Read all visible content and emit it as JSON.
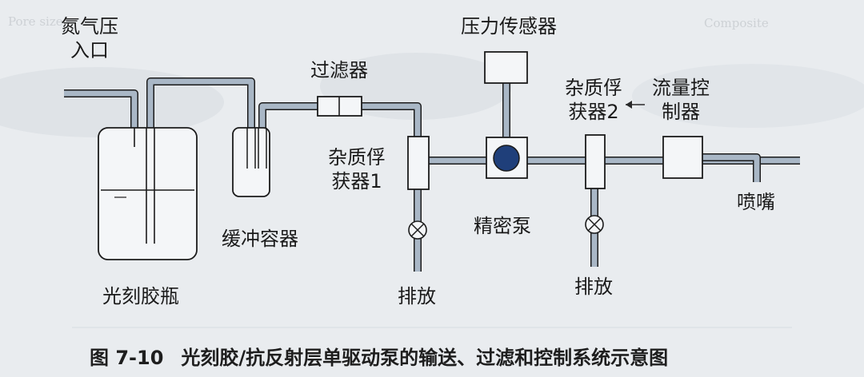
{
  "labels": {
    "nitrogen_inlet": [
      "氮气压",
      "入口"
    ],
    "pressure_sensor": "压力传感器",
    "filter": "过滤器",
    "trap2": [
      "杂质俘",
      "获器2"
    ],
    "flow_controller": [
      "流量控",
      "制器"
    ],
    "trap1": [
      "杂质俘",
      "获器1"
    ],
    "nozzle": "喷嘴",
    "buffer": "缓冲容器",
    "precision_pump": "精密泵",
    "bottle": "光刻胶瓶",
    "drain1": "排放",
    "drain2": "排放"
  },
  "caption": {
    "number": "图 7-10",
    "text": "光刻胶/抗反射层单驱动泵的输送、过滤和控制系统示意图"
  },
  "colors": {
    "pipe": "#a9b7c6",
    "box_fill": "#f7f9fb",
    "outline": "#1b1b1b",
    "pump_dot": "#1f3f7a"
  }
}
